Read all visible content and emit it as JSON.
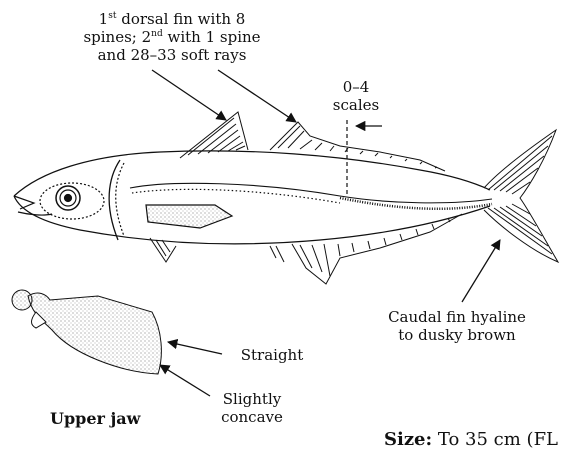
{
  "labels": {
    "dorsal_sup1": "st",
    "dorsal_line1_a": "1",
    "dorsal_line1_b": " dorsal fin with 8",
    "dorsal_line2_a": "spines; 2",
    "dorsal_sup2": "nd",
    "dorsal_line2_b": " with 1 spine",
    "dorsal_line3": "and 28–33 soft rays",
    "scales_line1": "0–4",
    "scales_line2": "scales",
    "caudal_line1": "Caudal fin hyaline",
    "caudal_line2": "to dusky brown",
    "straight": "Straight",
    "concave_line1": "Slightly",
    "concave_line2": "concave",
    "upper_jaw": "Upper jaw",
    "size_label": "Size:",
    "size_value": " To 35 cm (FL"
  },
  "colors": {
    "ink": "#111111",
    "paper": "#ffffff",
    "stipple": "#777777"
  }
}
